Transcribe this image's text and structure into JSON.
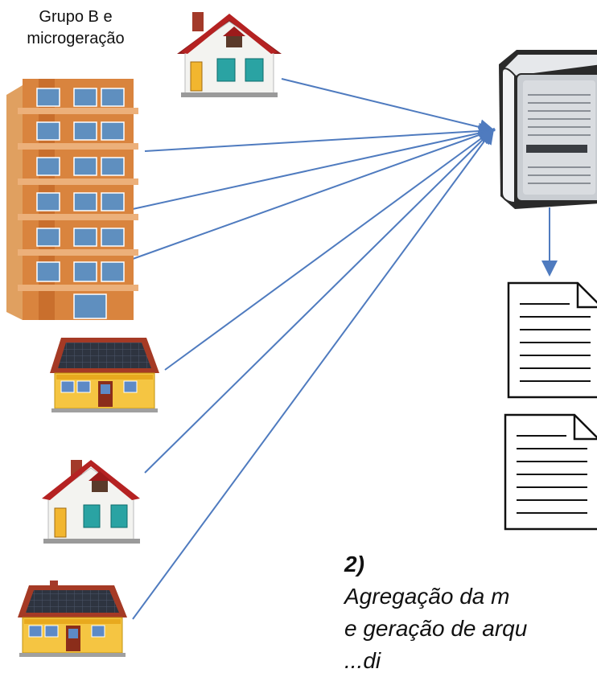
{
  "group_label": {
    "line1": "Grupo B e",
    "line2": "microgeração"
  },
  "caption": {
    "number": "2)",
    "line1_text": " Agregação da m",
    "line2": "e geração de arqu",
    "line3": "               ...di"
  },
  "colors": {
    "arrow": "#4f7bbf",
    "brick": "#d9843e",
    "roof_red": "#9c1b1b",
    "wall_yellow": "#f5c542",
    "server_grey": "#c9cdd2"
  },
  "icons": [
    "house-icon",
    "building-icon",
    "solar-house-icon",
    "server-icon",
    "document-icon"
  ]
}
